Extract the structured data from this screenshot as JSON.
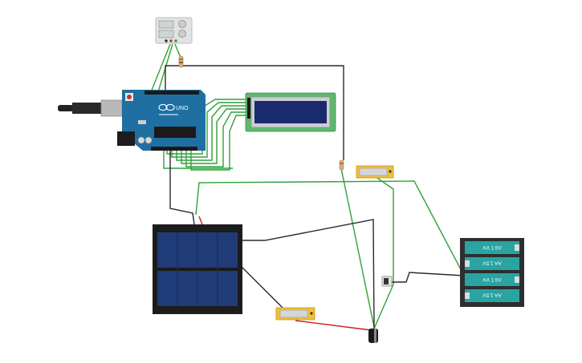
{
  "arduino": {
    "board_label": "UNO",
    "colors": {
      "pcb": "#1f6fa3",
      "usb": "#b9b9b9",
      "jack": "#1c1c1c"
    }
  },
  "lcd": {
    "colors": {
      "pcb": "#5fb86e",
      "screen": "#1a2b6d"
    }
  },
  "battery_pack": {
    "cells": [
      "AA 1.5V",
      "AA 1.5V",
      "AA 1.5V",
      "AA 1.5V"
    ],
    "colors": {
      "case": "#2e2e2e",
      "cell": "#2aa3a3"
    }
  },
  "wire_colors": {
    "signal": "#2fa13a",
    "ground": "#2a2a2a",
    "power": "#d11a1a"
  }
}
